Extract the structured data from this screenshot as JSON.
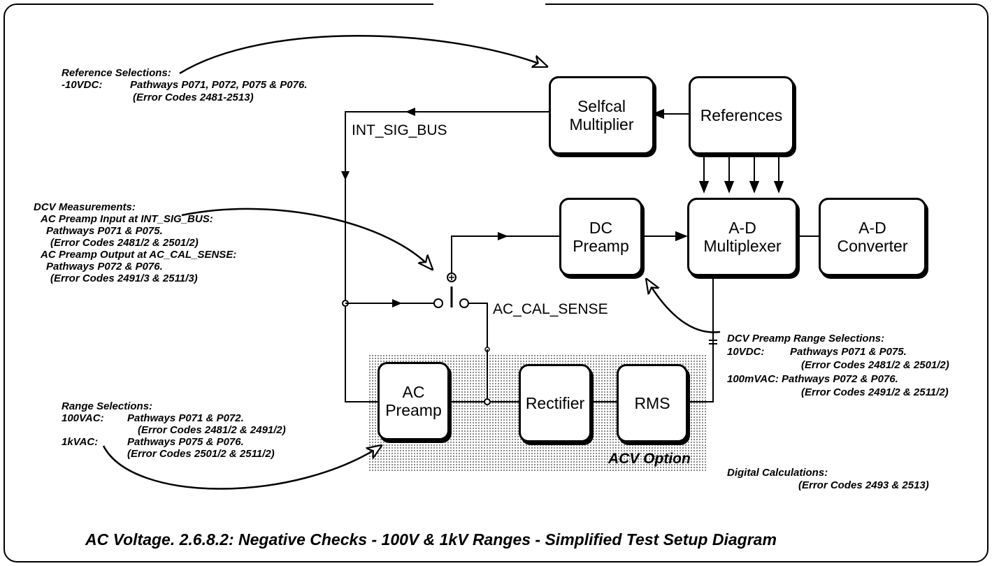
{
  "blocks": {
    "selfcal": "Selfcal\nMultiplier",
    "references": "References",
    "dc_preamp": "DC\nPreamp",
    "ad_mux": "A-D\nMultiplexer",
    "ad_conv": "A-D\nConverter",
    "ac_preamp": "AC\nPreamp",
    "rectifier": "Rectifier",
    "rms": "RMS"
  },
  "signals": {
    "int_sig_bus": "INT_SIG_BUS",
    "ac_cal_sense": "AC_CAL_SENSE",
    "acv_option": "ACV Option"
  },
  "notes": {
    "reference": {
      "heading": "Reference Selections:",
      "row1_key": "-10VDC:",
      "row1_val": "Pathways P071, P072, P075 & P076.",
      "row1_codes": "(Error Codes 2481-2513)"
    },
    "dcv": {
      "heading": "DCV Measurements:",
      "line1": "AC Preamp Input at INT_SIG_BUS:",
      "line2": "Pathways P071 & P075.",
      "line3": "(Error Codes 2481/2 & 2501/2)",
      "line4": "AC Preamp Output at AC_CAL_SENSE:",
      "line5": "Pathways P072 & P076.",
      "line6": "(Error Codes 2491/3 & 2511/3)"
    },
    "range": {
      "heading": "Range Selections:",
      "row1_key": "100VAC:",
      "row1_val": "Pathways P071 & P072.",
      "row1_codes": "(Error Codes 2481/2 & 2491/2)",
      "row2_key": "1kVAC:",
      "row2_val": "Pathways P075 & P076.",
      "row2_codes": "(Error Codes 2501/2 & 2511/2)"
    },
    "dcv_range": {
      "heading": "DCV Preamp Range Selections:",
      "row1_key": "10VDC:",
      "row1_val": "Pathways P071 & P075.",
      "row1_codes": "(Error Codes 2481/2 & 2501/2)",
      "row2_key": "100mVAC:",
      "row2_val": "Pathways P072 & P076.",
      "row2_codes": "(Error Codes 2491/2 & 2511/2)"
    },
    "digital": {
      "heading": "Digital Calculations:",
      "codes": "(Error Codes 2493 & 2513)"
    }
  },
  "caption": "AC Voltage.  2.6.8.2: Negative Checks - 100V & 1kV Ranges - Simplified Test Setup Diagram"
}
